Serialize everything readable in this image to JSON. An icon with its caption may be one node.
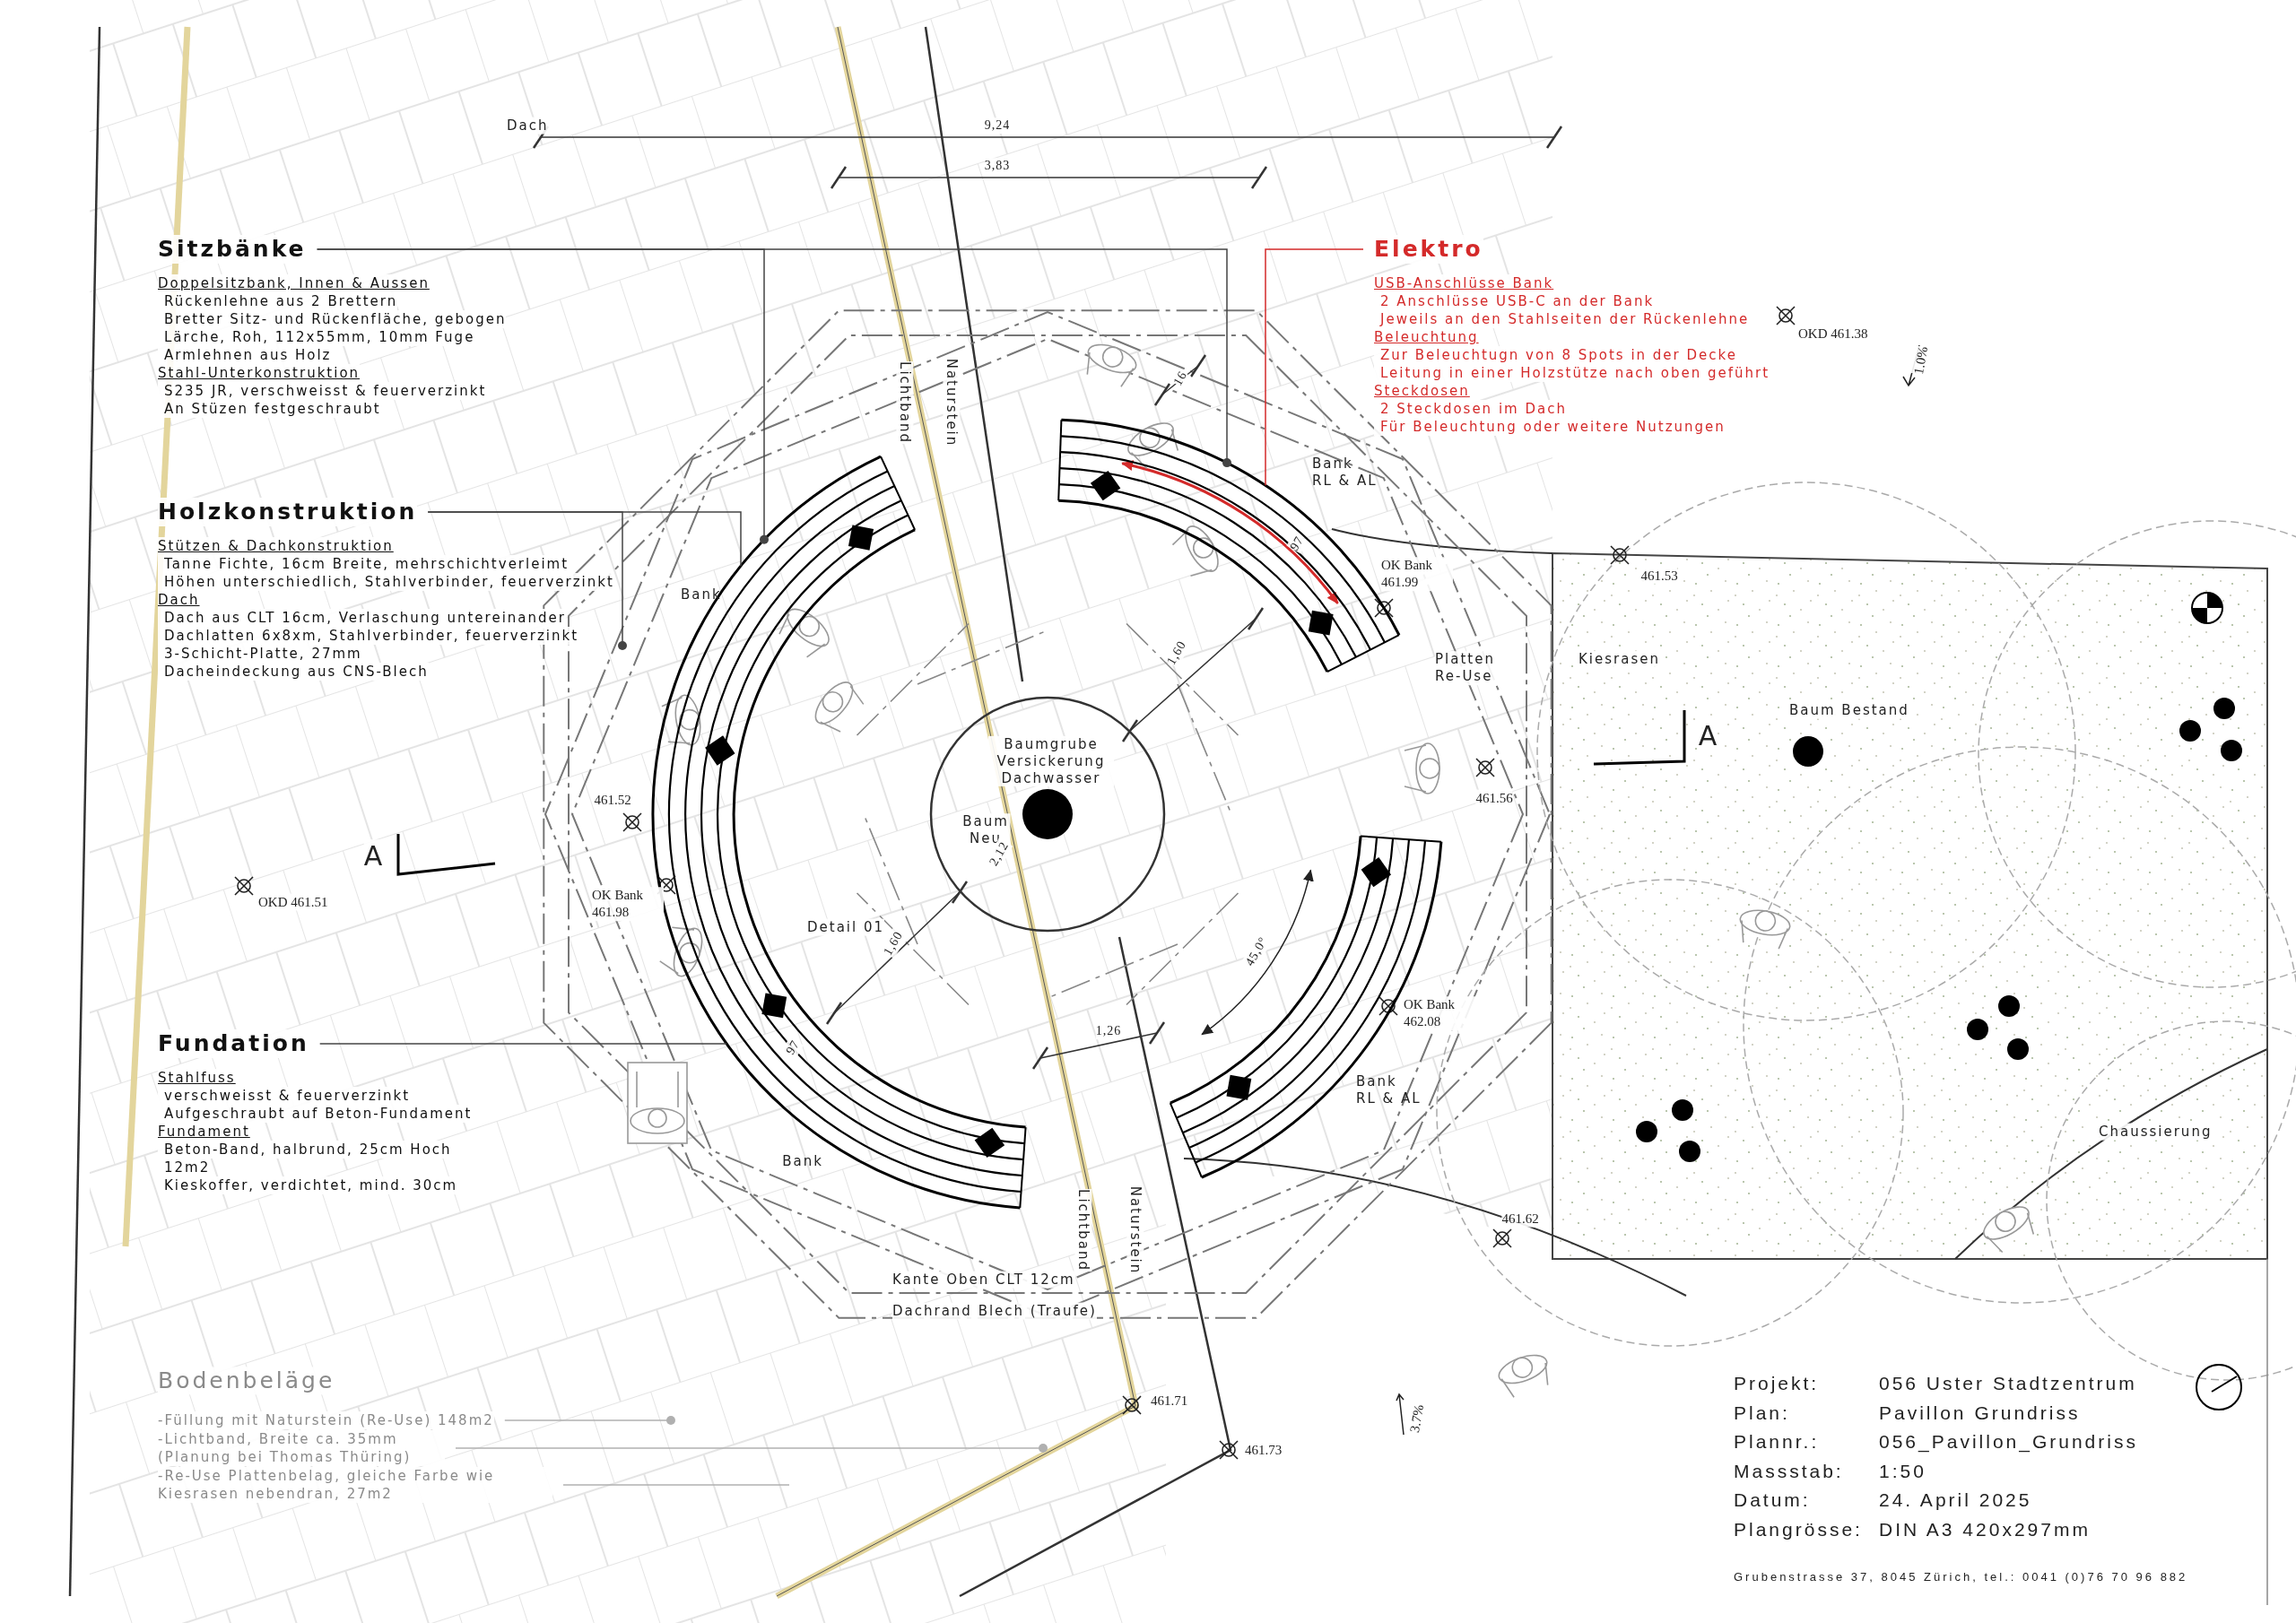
{
  "diagram": {
    "nodes": [
      {
        "text": [
          "Sitzbänke",
          "Doppelsitzbank, Innen & Aussen",
          "Rückenlehne aus 2 Brettern",
          "Bretter Sitz- und Rückenfläche, gebogen",
          "Lärche, Roh, 112x55mm, 10mm Fuge",
          "Armlehnen aus Holz",
          "Stahl-Unterkonstruktion",
          "S235 JR, verschweisst & feuerverzinkt",
          "An Stüzen festgeschraubt"
        ]
      },
      {
        "text": [
          "Holzkonstruktion",
          "Stützen & Dachkonstruktion",
          "Tanne Fichte, 16cm Breite, mehrschichtverleimt",
          "Höhen unterschiedlich, Stahlverbinder, feuerverzinkt",
          "Dach",
          "Dach aus CLT 16cm, Verlaschung untereinander",
          "Dachlatten 6x8xm, Stahlverbinder, feuerverzinkt",
          "3-Schicht-Platte, 27mm",
          "Dacheindeckung aus CNS-Blech"
        ]
      },
      {
        "text": [
          "Fundation",
          "Stahlfuss",
          "verschweisst & feuerverzinkt",
          "Aufgeschraubt auf Beton-Fundament",
          "Fundament",
          "Beton-Band, halbrund, 25cm Hoch",
          "12m2",
          "Kieskoffer, verdichtet, mind. 30cm"
        ]
      },
      {
        "text": [
          "Elektro",
          "USB-Anschlüsse Bank",
          "2 Anschlüsse USB-C an der Bank",
          "Jeweils an den Stahlseiten der Rückenlehne",
          "Beleuchtung",
          "Zur Beleuchtugn von 8 Spots in der Decke",
          "Leitung in einer Holzstütze nach oben geführt",
          "Steckdosen",
          "2 Steckdosen im Dach",
          "Für Beleuchtung oder weitere Nutzungen"
        ]
      },
      {
        "text": [
          "-Füllung mit Naturstein (Re-Use) 148m2"
        ]
      },
      {
        "text": [
          "-Lichtband, Breite ca. 35mm (Planung bei Thomas Thüring)"
        ]
      },
      {
        "text": [
          "-Re-Use Plattenbelag, gleiche Farbe wie Kiesrasen nebendran, 27m2"
        ]
      },
      {
        "text": [
          "Bank",
          "Bank"
        ]
      },
      {
        "text": [
          "Bank RL & AL"
        ]
      },
      {
        "text": [
          "Bank RL & AL"
        ]
      }
    ],
    "edges": [
      {
        "from": 0,
        "to": 7,
        "arrow": "other"
      },
      {
        "from": 0,
        "to": 8,
        "arrow": "other"
      },
      {
        "from": 1,
        "to": null,
        "arrow": "other"
      },
      {
        "from": 1,
        "to": 7,
        "arrow": "none"
      },
      {
        "from": 2,
        "to": 7,
        "arrow": "none"
      },
      {
        "from": 3,
        "to": 8,
        "arrow": "none",
        "color": "#d42a2a"
      },
      {
        "from": 4,
        "to": null,
        "arrow": "other",
        "color": "#b0b0b0"
      },
      {
        "from": 5,
        "to": null,
        "arrow": "other",
        "color": "#b0b0b0"
      },
      {
        "from": 6,
        "to": null,
        "arrow": "none",
        "color": "#b0b0b0"
      }
    ],
    "labels": [
      "Dach",
      "9,24",
      "3,83",
      "OKD 461.38",
      "1.0%",
      "Lichtband",
      "Naturstein",
      "16",
      "97",
      "OK Bank 461.99",
      "461.53",
      "1,60",
      "Platten Re-Use",
      "Kiesrasen",
      "Baum Bestand",
      "A",
      "Baumgrube Versickerung Dachwasser",
      "461.52",
      "461.56",
      "A",
      "Baum Neu",
      "2,12",
      "OKD 461.51",
      "OK Bank 461.98",
      "Detail 01",
      "1,60",
      "45,0°",
      "97",
      "1,26",
      "OK Bank 462.08",
      "Chaussierung",
      "Lichtband",
      "Naturstein",
      "461.62",
      "Kante Oben CLT 12cm",
      "Dachrand Blech (Traufe)",
      "Bodenbeläge",
      "461.71",
      "3.7%",
      "461.73",
      "Projekt:",
      "056 Uster Stadtzentrum",
      "Plan:",
      "Pavillon Grundriss",
      "Plannr.:",
      "056_Pavillon_Grundriss",
      "Massstab:",
      "1:50",
      "Datum:",
      "24. April 2025",
      "Plangrösse:",
      "DIN A3 420x297mm",
      "Grubenstrasse 37, 8045 Zürich, tel.: 0041 (0)76 70 96 882"
    ]
  }
}
